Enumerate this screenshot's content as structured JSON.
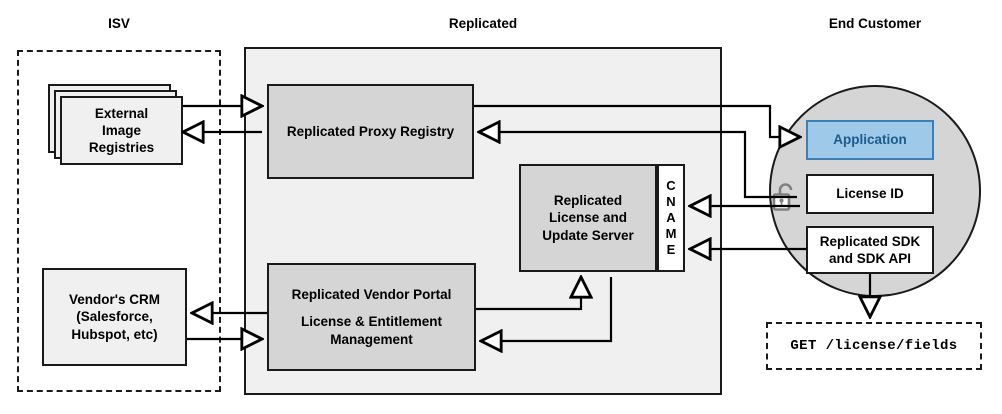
{
  "diagram": {
    "title_isv": "ISV",
    "title_replicated": "Replicated",
    "title_end_customer": "End Customer",
    "colors": {
      "node_gray": "#d5d5d5",
      "node_light": "#f0f0f0",
      "application_blue": "#9ec9e9",
      "application_blue_text": "#1b5c8c",
      "application_blue_border": "#3b7fb5",
      "zone_circle_gray": "#d5d5d5",
      "stroke": "#1a1a1a",
      "lock_gray": "#808080"
    }
  },
  "isv": {
    "zone_label": "ISV",
    "registries": {
      "line1": "External",
      "line2": "Image",
      "line3": "Registries"
    },
    "crm": {
      "line1": "Vendor's CRM",
      "line2": "(Salesforce,",
      "line3": "Hubspot, etc)"
    }
  },
  "replicated": {
    "zone_label": "Replicated",
    "proxy_registry": {
      "line1": "Replicated Proxy Registry"
    },
    "license_server": {
      "line1": "Replicated",
      "line2": "License and",
      "line3": "Update Server"
    },
    "cname": {
      "letters": [
        "C",
        "N",
        "A",
        "M",
        "E"
      ],
      "label": "CNAME"
    },
    "vendor_portal": {
      "line1": "Replicated Vendor Portal",
      "line2": "License & Entitlement",
      "line3": "Management"
    }
  },
  "end_customer": {
    "zone_label": "End Customer",
    "application": {
      "line1": "Application"
    },
    "license_id": {
      "line1": "License ID"
    },
    "sdk": {
      "line1": "Replicated SDK",
      "line2": "and SDK API"
    },
    "api_call": {
      "line1": "GET /license/fields"
    },
    "lock_icon_name": "unlocked-padlock-icon"
  }
}
